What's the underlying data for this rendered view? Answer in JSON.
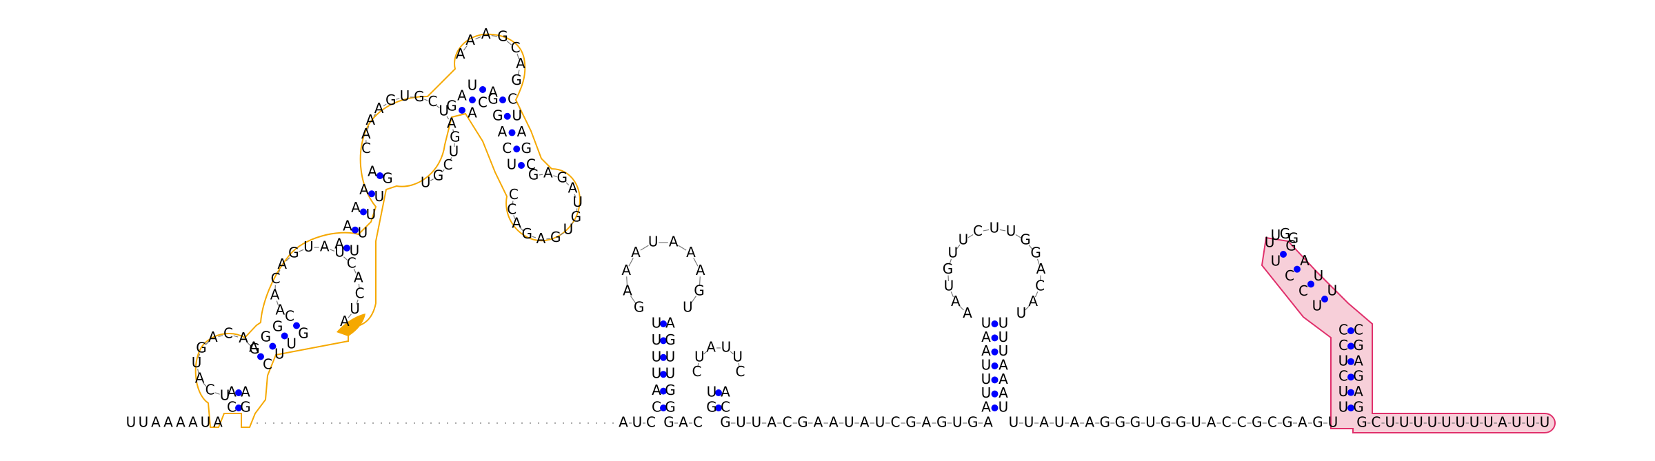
{
  "colors": {
    "pair": "#0000ff",
    "highlight_outline": "#f5a800",
    "highlight_fill": "#f5a800",
    "pink_outline": "#e02f6b",
    "pink_fill": "#f7cfd9",
    "backbone": "#777777"
  },
  "sequence": {
    "tail_left": "UUAAAAUA",
    "unpaired_mid": "AUC",
    "backbone_main": "GUUACGAAUAUCGAGUGA",
    "backbone_mid2": "UUAUAAGGGUGGUACCGCGAGU",
    "tail_right": "GCUUUUUUUUAUUU"
  }
}
